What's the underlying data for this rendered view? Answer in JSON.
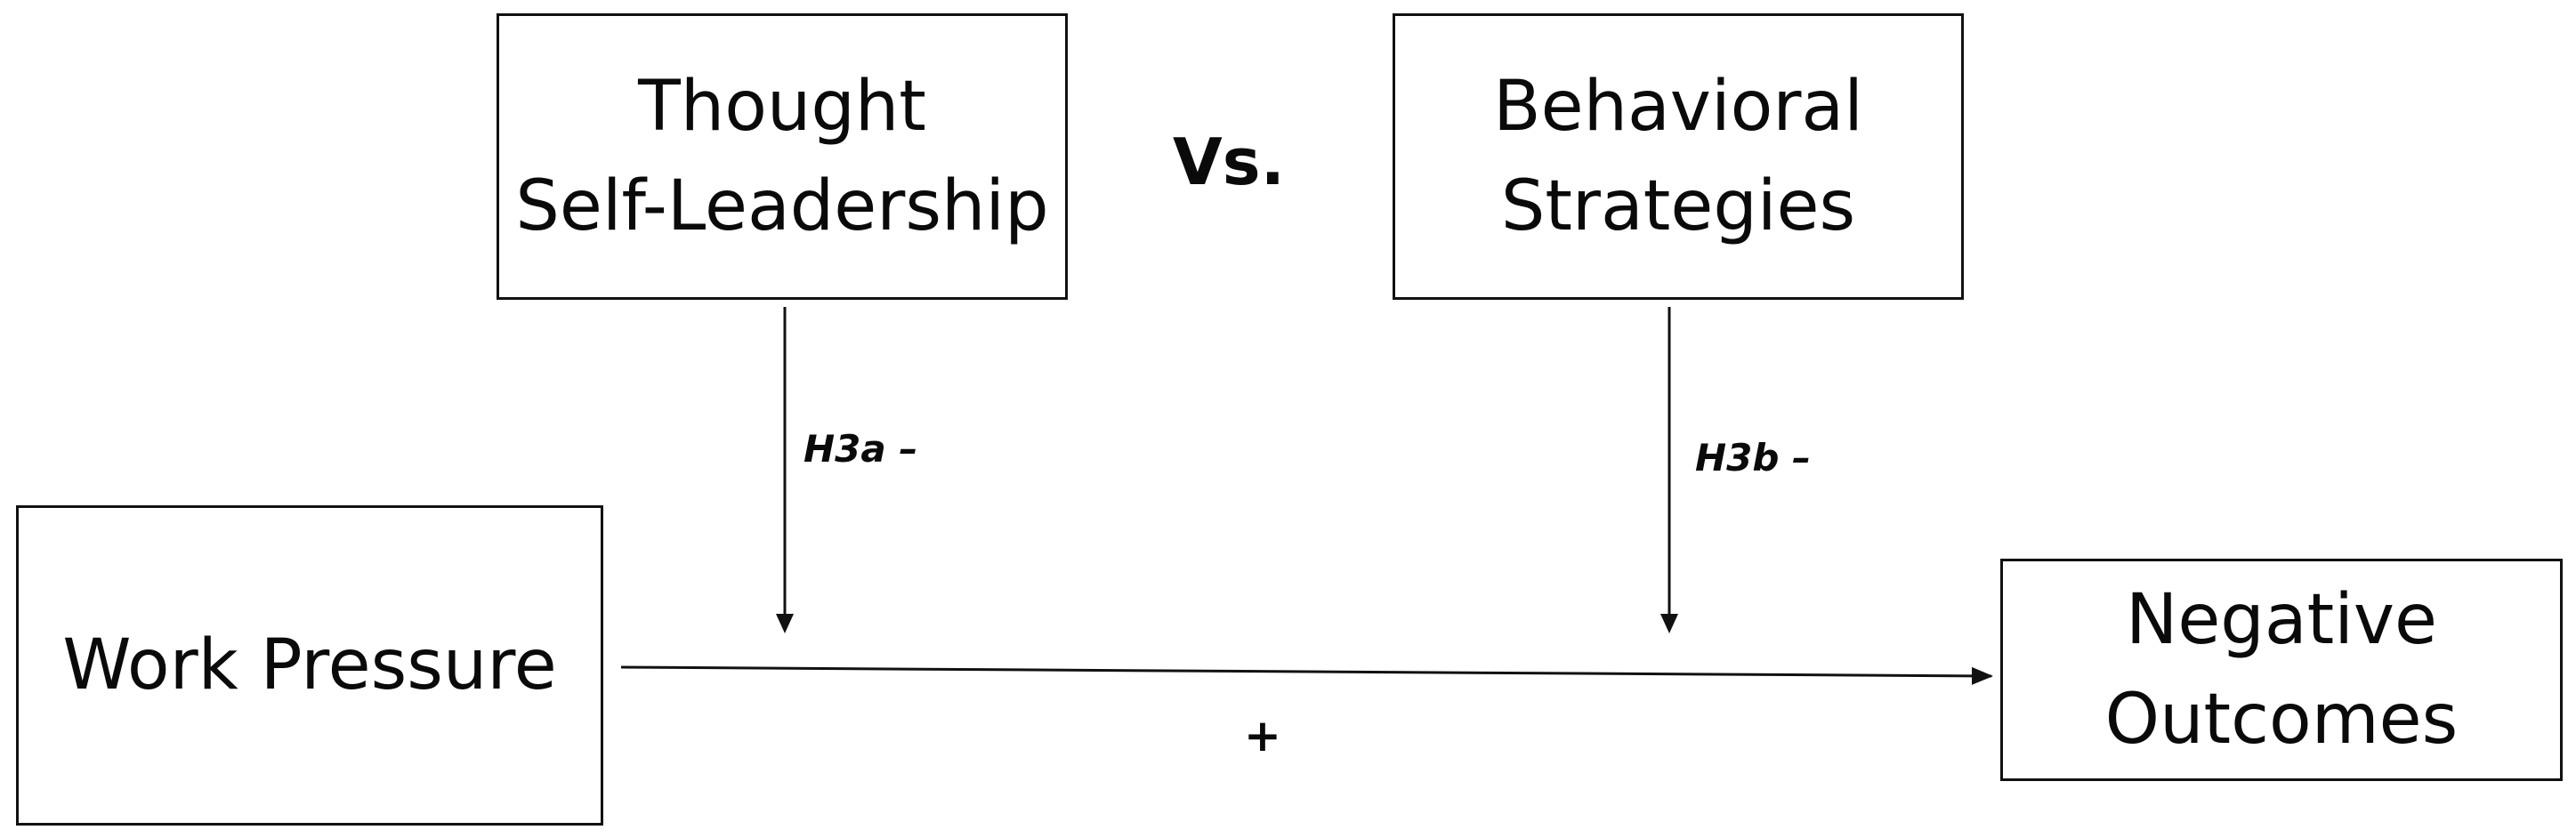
{
  "boxes": {
    "thought": {
      "line1": "Thought",
      "line2": "Self-Leadership"
    },
    "behavioral": {
      "line1": "Behavioral",
      "line2": "Strategies"
    },
    "work_pressure": {
      "line1": "Work Pressure"
    },
    "negative_outcomes": {
      "line1": "Negative",
      "line2": "Outcomes"
    }
  },
  "labels": {
    "versus": "Vs.",
    "h3a": "H3a –",
    "h3b": "H3b –",
    "main_path_sign": "+"
  },
  "colors": {
    "stroke": "#111111",
    "text": "#0a0a0a",
    "background": "#ffffff"
  }
}
